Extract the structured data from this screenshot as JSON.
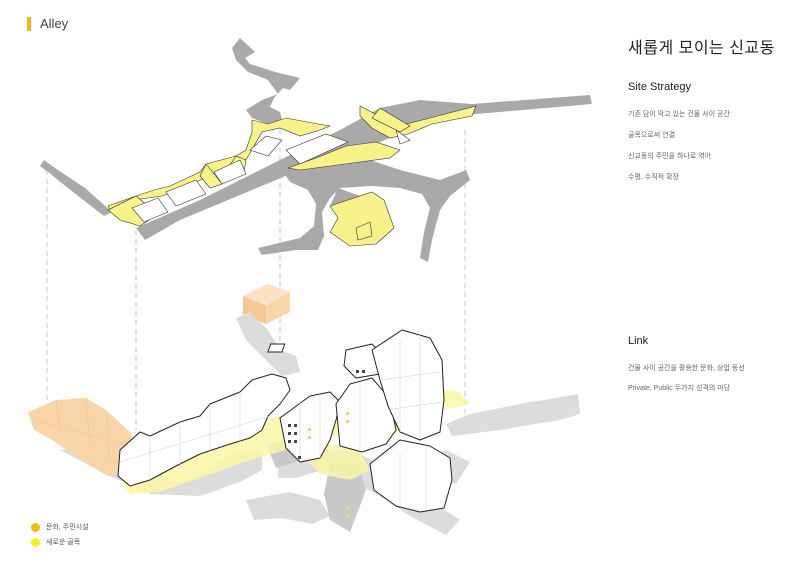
{
  "header": {
    "tag": "Alley"
  },
  "title": "새롭게 모이는 신교동",
  "strategy": {
    "heading": "Site Strategy",
    "items": [
      "기존 담이 막고 있는 건물 사이 공간",
      "골목으로써 연결",
      "신교동의 주민을 하나로 엮어",
      "수평, 수직적 확장"
    ]
  },
  "link": {
    "heading": "Link",
    "items": [
      "건물 사이 공간을 활용한 문화, 상업 동선",
      "Private, Public 두가지 성격의 마당"
    ]
  },
  "legend": [
    {
      "label": "문화, 주민시설",
      "color": "#f5b80e"
    },
    {
      "label": "새로운 골목",
      "color": "#f8ef1f"
    }
  ],
  "colors": {
    "accent": "#f5b80e",
    "alley": "#f8f28a",
    "road": "#a9a9a9",
    "facility": "#f8d6aa"
  }
}
